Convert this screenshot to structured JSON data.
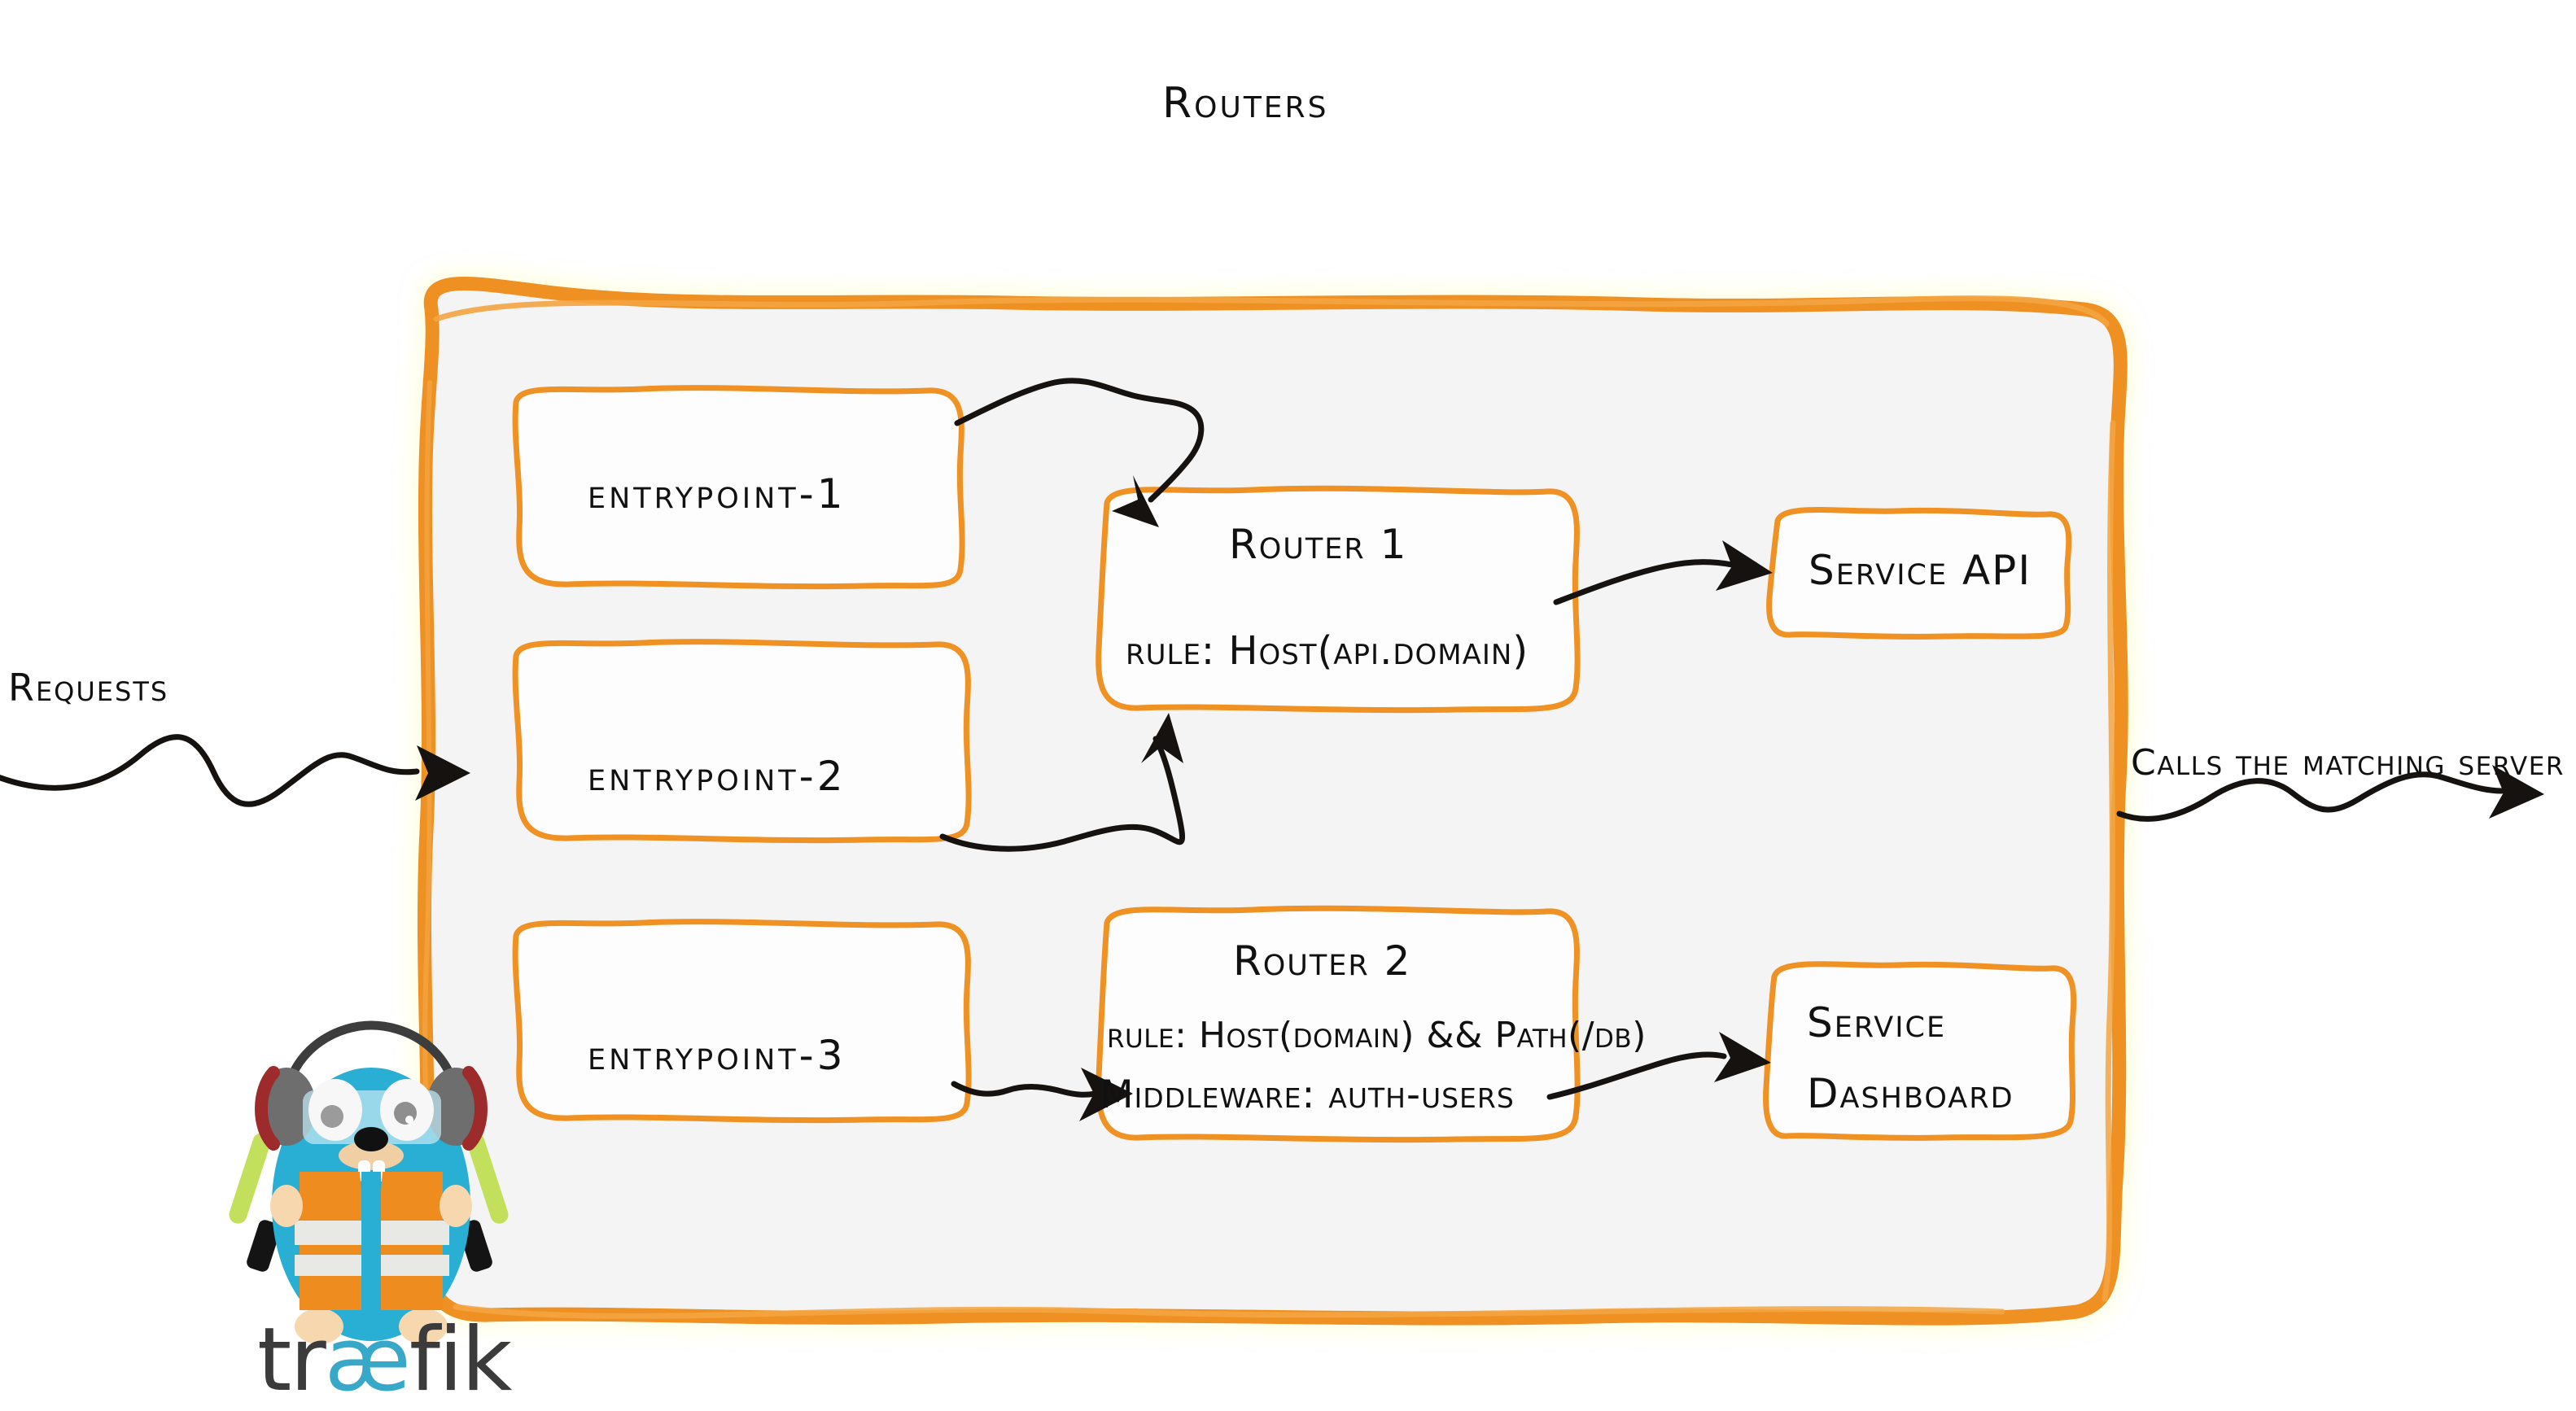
{
  "diagram": {
    "title": "Routers",
    "container": {
      "fill": "#f4f4f4",
      "stroke": "#ef9123",
      "name": "routers-container"
    },
    "entrypoints": [
      {
        "label": "entrypoint-1",
        "name": "entrypoint-1-box"
      },
      {
        "label": "entrypoint-2",
        "name": "entrypoint-2-box"
      },
      {
        "label": "entrypoint-3",
        "name": "entrypoint-3-box"
      }
    ],
    "routers": [
      {
        "title": "Router 1",
        "rule": "rule: Host(api.domain)",
        "middleware": ""
      },
      {
        "title": "Router 2",
        "rule": "rule: Host(domain) && Path(/db)",
        "middleware": "Middleware: auth-users"
      }
    ],
    "services": [
      {
        "label": "Service API",
        "line1": "Service API",
        "line2": ""
      },
      {
        "label": "Service Dashboard",
        "line1": "Service",
        "line2": "Dashboard"
      }
    ],
    "labels": {
      "requests": "Requests",
      "calls_matching_server": "Calls the matching server"
    },
    "logo": {
      "wordmark_prefix": "tr",
      "wordmark_ae": "æ",
      "wordmark_suffix": "fik",
      "mascot": "traefik-gopher-mascot"
    },
    "colors": {
      "orange": "#ef9123",
      "orange_light": "#f5a83f",
      "panel": "#f4f4f4",
      "ink": "#111111",
      "gopher_blue": "#29aed4",
      "gopher_vest": "#ee8c1f",
      "gopher_stripe": "#e8e8e4",
      "glowstick": "#c2e05c",
      "headphone_grey": "#6e6e6e",
      "headphone_red": "#9e2b2b",
      "wordmark_dark": "#3b3b3b",
      "wordmark_teal": "#37a8c8"
    }
  }
}
